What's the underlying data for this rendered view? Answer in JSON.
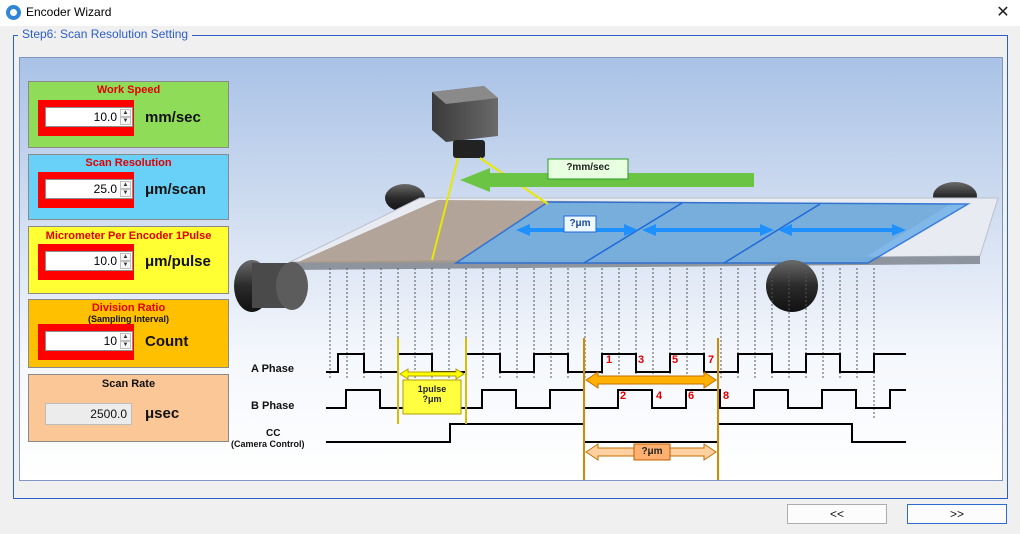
{
  "window": {
    "title": "Encoder Wizard",
    "close_symbol": "✕"
  },
  "group": {
    "label": "Step6: Scan Resolution Setting"
  },
  "panels": {
    "work_speed": {
      "title": "Work Speed",
      "value": "10.0",
      "unit": "mm/sec"
    },
    "scan_resolution": {
      "title": "Scan Resolution",
      "value": "25.0",
      "unit": "μm/scan"
    },
    "micrometer": {
      "title": "Micrometer Per Encoder 1Pulse",
      "value": "10.0",
      "unit": "μm/pulse"
    },
    "division_ratio": {
      "title": "Division Ratio",
      "subtitle": "(Sampling Interval)",
      "value": "10",
      "unit": "Count"
    },
    "scan_rate": {
      "title": "Scan Rate",
      "value": "2500.0",
      "unit": "μsec"
    }
  },
  "diagram": {
    "speed_label": "?mm/sec",
    "scan_width_label": "?μm",
    "a_phase": "A Phase",
    "b_phase": "B Phase",
    "cc_label": "CC",
    "cc_sub": "(Camera Control)",
    "pulse_label_1": "1pulse",
    "pulse_label_2": "?μm",
    "cc_width_label": "?μm",
    "counts": [
      "1",
      "2",
      "3",
      "4",
      "5",
      "6",
      "7",
      "8"
    ]
  },
  "nav": {
    "back_label": "<<",
    "next_label": ">>"
  },
  "colors": {
    "accent": "#2d5ec8",
    "warning_red": "#ff0000",
    "green_panel": "#8fdc59",
    "blue_panel": "#69d0f7",
    "yellow_panel": "#ffff33",
    "orange_panel": "#ffc000",
    "peach_panel": "#fcc796"
  }
}
